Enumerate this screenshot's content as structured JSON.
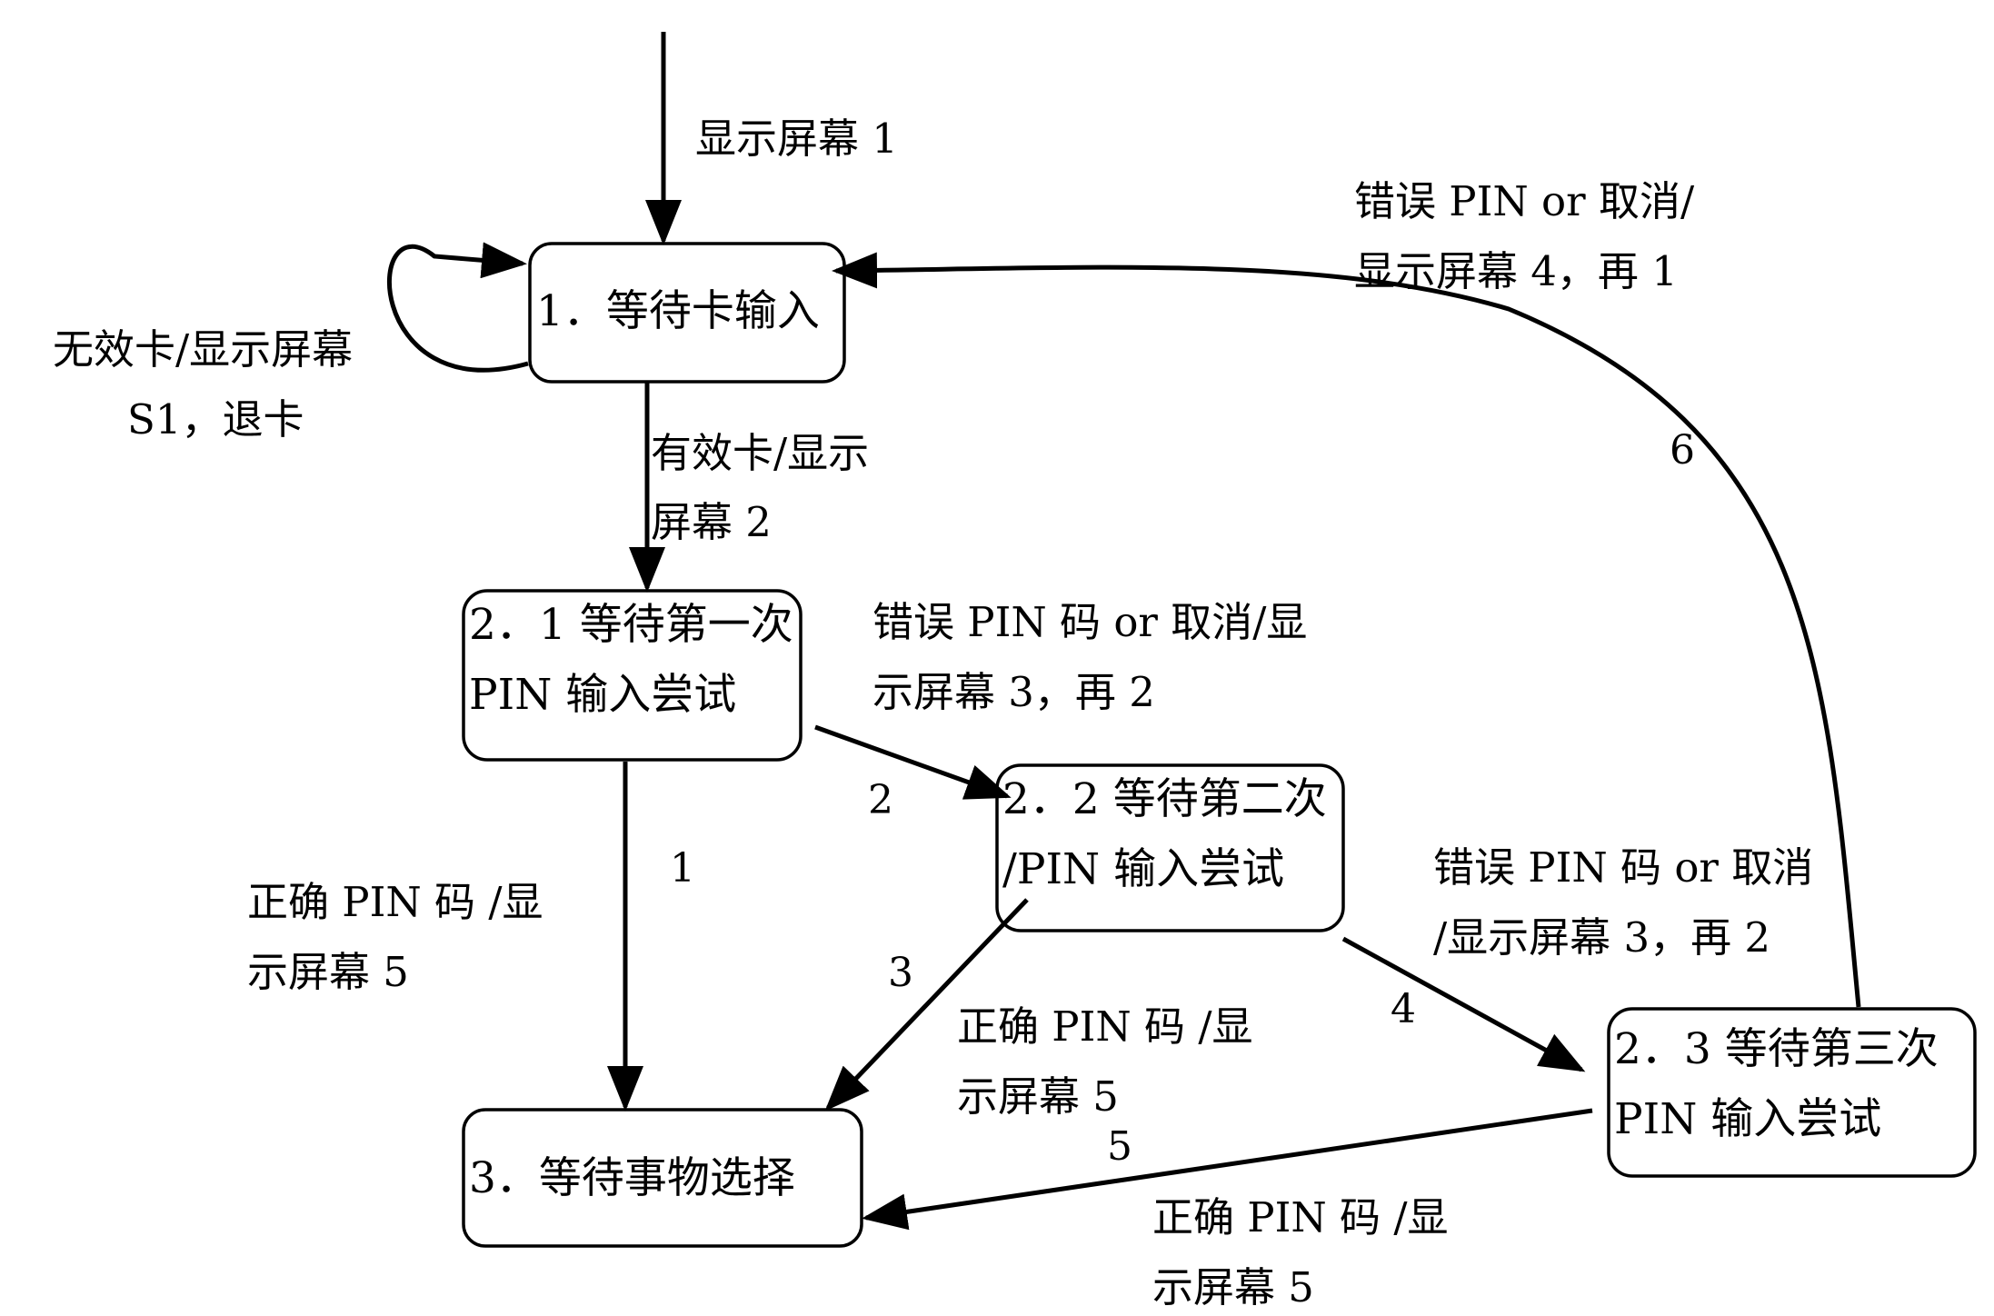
{
  "states": {
    "s1": {
      "lines": [
        "1．等待卡输入"
      ]
    },
    "s21": {
      "lines": [
        "2．1 等待第一次",
        "PIN 输入尝试"
      ]
    },
    "s22": {
      "lines": [
        "2．2 等待第二次",
        "/PIN 输入尝试"
      ]
    },
    "s23": {
      "lines": [
        "2．3 等待第三次",
        "PIN 输入尝试"
      ]
    },
    "s3": {
      "lines": [
        "3．等待事物选择"
      ]
    }
  },
  "transitions": {
    "initial": {
      "label": [
        "显示屏幕 1"
      ]
    },
    "invalid_card": {
      "label": [
        "无效卡/显示屏幕",
        "S1，退卡"
      ]
    },
    "valid_card": {
      "label": [
        "有效卡/显示",
        "屏幕 2"
      ]
    },
    "t1": {
      "number": "1",
      "label": [
        "正确 PIN 码 /显",
        "示屏幕 5"
      ]
    },
    "t2": {
      "number": "2",
      "label": [
        "错误 PIN 码 or 取消/显",
        "示屏幕 3，再 2"
      ]
    },
    "t3": {
      "number": "3",
      "label": [
        "正确 PIN 码 /显",
        "示屏幕 5"
      ]
    },
    "t4": {
      "number": "4",
      "label": [
        "错误 PIN 码 or 取消",
        "/显示屏幕 3，再 2"
      ]
    },
    "t5": {
      "number": "5",
      "label": [
        "正确 PIN 码 /显",
        "示屏幕 5"
      ]
    },
    "t6": {
      "number": "6",
      "label": [
        "错误 PIN or 取消/",
        "显示屏幕 4，再 1"
      ]
    }
  }
}
